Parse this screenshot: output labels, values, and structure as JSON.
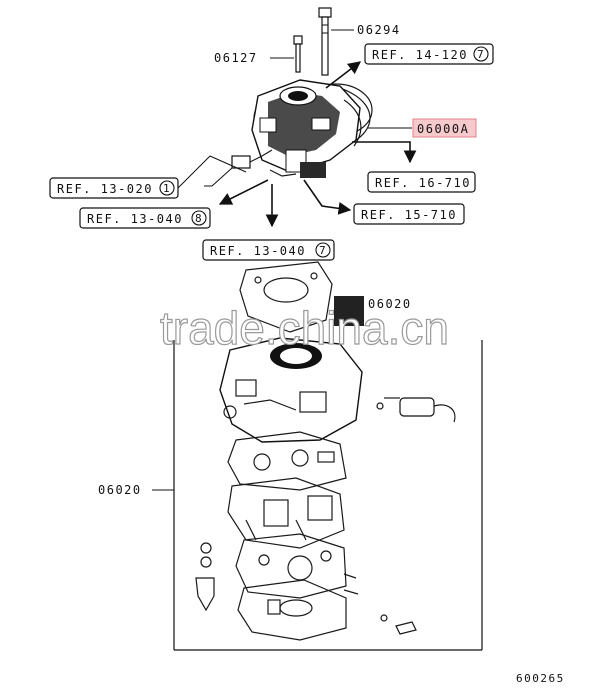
{
  "labels": {
    "bolt_top": "06294",
    "bolt_left": "06127",
    "assembly": "06000A",
    "kit": "06020",
    "figure_number": "600265",
    "partial_hidden": "06020"
  },
  "refs": [
    {
      "text": "REF. 14-120",
      "circle": "7"
    },
    {
      "text": "REF. 13-020",
      "circle": "1"
    },
    {
      "text": "REF. 13-040",
      "circle": "8"
    },
    {
      "text": "REF. 16-710",
      "circle": ""
    },
    {
      "text": "REF. 15-710",
      "circle": ""
    },
    {
      "text": "REF. 13-040",
      "circle": "7"
    }
  ],
  "watermark": "trade.china.cn",
  "colors": {
    "highlight_fill": "#f6c9cd",
    "highlight_border": "#e6848f",
    "line": "#1a1a1a"
  }
}
